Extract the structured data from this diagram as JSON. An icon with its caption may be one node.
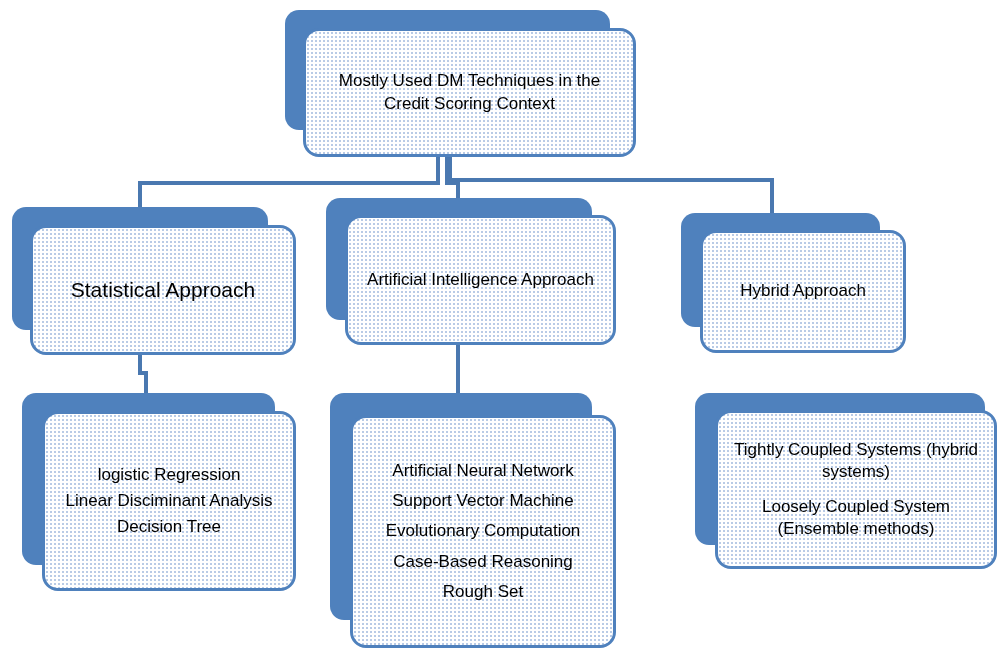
{
  "diagram": {
    "nodes": [
      {
        "text": [
          "Mostly  Used DM Techniques in the Credit Scoring Context"
        ]
      },
      {
        "text": [
          "Statistical Approach"
        ]
      },
      {
        "text": [
          "Artificial Intelligence Approach"
        ]
      },
      {
        "text": [
          "Hybrid Approach"
        ]
      },
      {
        "text": [
          "logistic Regression",
          "Linear Disciminant Analysis",
          "Decision Tree"
        ]
      },
      {
        "text": [
          "Artificial Neural Network",
          "Support Vector Machine",
          "Evolutionary  Computation",
          "Case-Based  Reasoning",
          "Rough Set"
        ]
      },
      {
        "text": [
          "Tightly Coupled Systems (hybrid systems)",
          "Loosely Coupled  System (Ensemble methods)"
        ]
      }
    ],
    "edges": [
      {
        "from": 0,
        "to": 1,
        "arrow": "none"
      },
      {
        "from": 0,
        "to": 2,
        "arrow": "none"
      },
      {
        "from": 0,
        "to": 3,
        "arrow": "none"
      },
      {
        "from": 1,
        "to": 4,
        "arrow": "none"
      },
      {
        "from": 2,
        "to": 5,
        "arrow": "none"
      }
    ]
  }
}
